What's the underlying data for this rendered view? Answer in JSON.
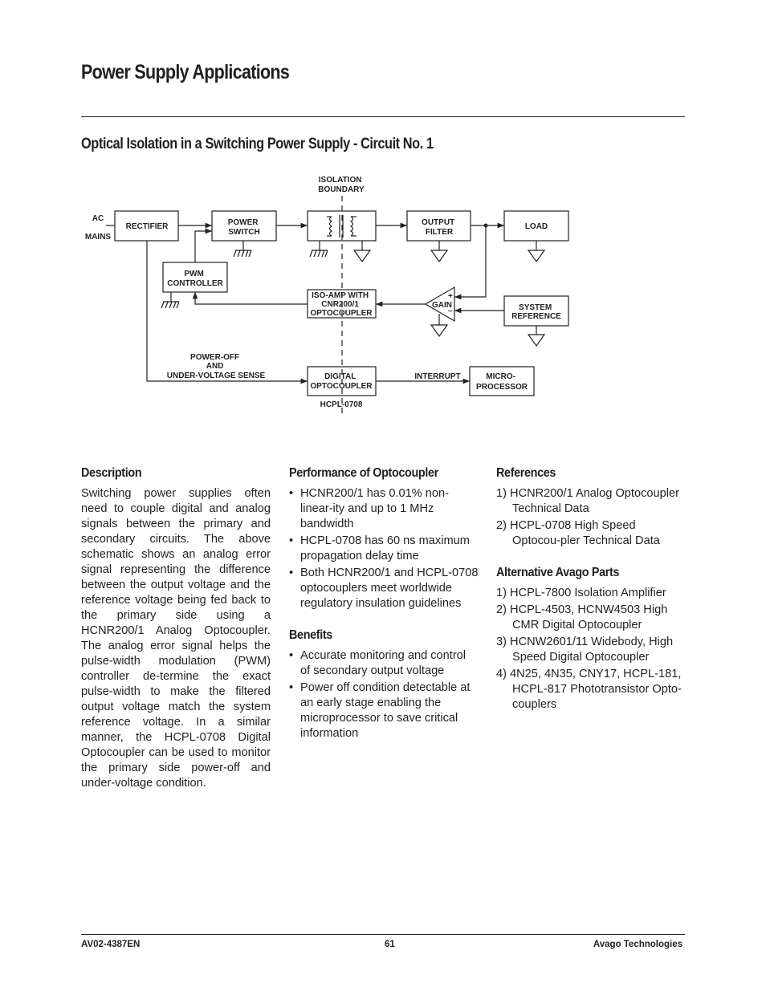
{
  "page_title": "Power Supply Applications",
  "section_title": "Optical Isolation in a Switching Power Supply - Circuit No. 1",
  "diagram": {
    "isolation_boundary": [
      "ISOLATION",
      "BOUNDARY"
    ],
    "ac": "AC",
    "mains": "MAINS",
    "rectifier": "RECTIFIER",
    "power_switch": [
      "POWER",
      "SWITCH"
    ],
    "output_filter": [
      "OUTPUT",
      "FILTER"
    ],
    "load": "LOAD",
    "pwm_controller": [
      "PWM",
      "CONTROLLER"
    ],
    "iso_amp": [
      "ISO-AMP WITH",
      "CNR200/1",
      "OPTOCOUPLER"
    ],
    "gain_plus": "+",
    "gain_minus": "–",
    "gain": "GAIN",
    "system_reference": [
      "SYSTEM",
      "REFERENCE"
    ],
    "power_off_sense": [
      "POWER-OFF",
      "AND",
      "UNDER-VOLTAGE SENSE"
    ],
    "digital_optocoupler": [
      "DIGITAL",
      "OPTOCOUPLER"
    ],
    "interrupt": "INTERRUPT",
    "microprocessor": [
      "MICRO-",
      "PROCESSOR"
    ],
    "hcpl_0708": "HCPL-0708"
  },
  "description": {
    "heading": "Description",
    "body": "Switching power supplies often need to couple digital and analog signals between the primary and secondary circuits. The above schematic shows an analog error signal representing the difference between the output voltage and the reference voltage being fed back to the primary side using a HCNR200/1 Analog Optocoupler. The analog error signal helps the pulse-width modulation (PWM) controller de-termine the exact pulse-width to make the filtered output voltage match the system reference voltage. In a similar manner, the HCPL-0708 Digital Optocoupler can be used to monitor the primary side power-off and under-voltage condition."
  },
  "performance": {
    "heading": "Performance of Optocoupler",
    "items": [
      "HCNR200/1 has 0.01% non-linear-ity and up to 1 MHz bandwidth",
      "HCPL-0708 has 60 ns maximum propagation delay time",
      "Both HCNR200/1 and HCPL-0708 optocouplers meet worldwide regulatory insulation guidelines"
    ]
  },
  "benefits": {
    "heading": "Benefits",
    "items": [
      "Accurate monitoring and control of secondary output voltage",
      "Power off condition detectable at an early stage enabling the microprocessor to save critical information"
    ]
  },
  "references": {
    "heading": "References",
    "items": [
      "1) HCNR200/1 Analog Optocoupler Technical Data",
      "2) HCPL-0708 High Speed Optocou-pler Technical Data"
    ]
  },
  "alternative_parts": {
    "heading": "Alternative Avago Parts",
    "items": [
      "1) HCPL-7800 Isolation Amplifier",
      "2) HCPL-4503, HCNW4503 High CMR Digital Optocoupler",
      "3) HCNW2601/11 Widebody, High Speed Digital Optocoupler",
      "4) 4N25, 4N35, CNY17, HCPL-181, HCPL-817 Phototransistor Opto-couplers"
    ]
  },
  "footer": {
    "doc_number": "AV02-4387EN",
    "page_number": "61",
    "company": "Avago Technologies"
  }
}
